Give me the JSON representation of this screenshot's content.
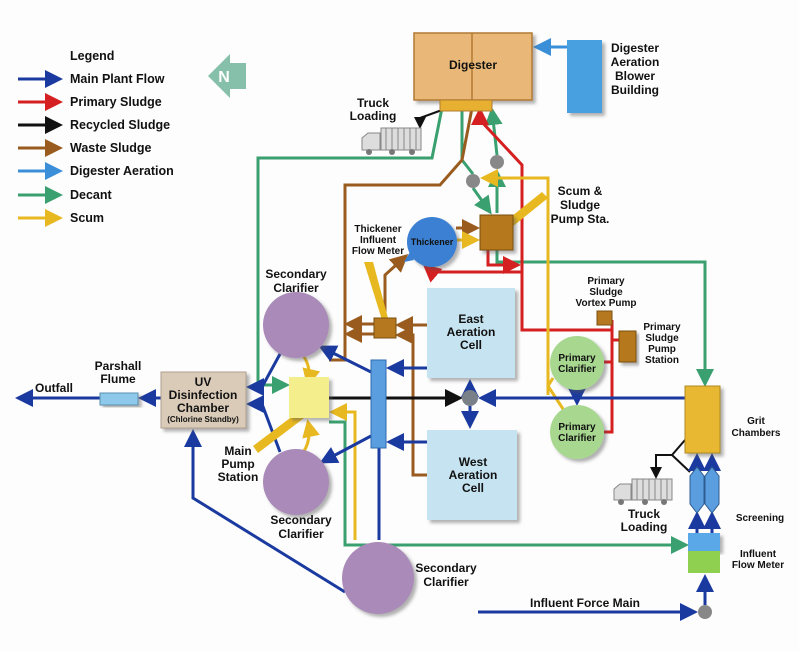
{
  "legend": {
    "title": "Legend",
    "items": [
      {
        "label": "Main Plant Flow",
        "color": "#1a3aa0"
      },
      {
        "label": "Primary Sludge",
        "color": "#d42020"
      },
      {
        "label": "Recycled Sludge",
        "color": "#111111"
      },
      {
        "label": "Waste Sludge",
        "color": "#9a5c1e"
      },
      {
        "label": "Digester Aeration",
        "color": "#3b8fd8"
      },
      {
        "label": "Decant",
        "color": "#3aa070"
      },
      {
        "label": "Scum",
        "color": "#e8b820"
      }
    ]
  },
  "north": {
    "label": "N",
    "icon": "north-arrow-icon"
  },
  "nodes": {
    "digester": "Digester",
    "blower": [
      "Digester",
      "Aeration",
      "Blower",
      "Building"
    ],
    "truck_top": [
      "Truck",
      "Loading"
    ],
    "scum_pump": [
      "Scum &",
      "Sludge",
      "Pump Sta."
    ],
    "thickener": "Thickener",
    "thickener_meter": [
      "Thickener",
      "Influent",
      "Flow Meter"
    ],
    "sec_clarifier_1": [
      "Secondary",
      "Clarifier"
    ],
    "sec_clarifier_2": [
      "Secondary",
      "Clarifier"
    ],
    "sec_clarifier_3": [
      "Secondary",
      "Clarifier"
    ],
    "east_cell": [
      "East",
      "Aeration",
      "Cell"
    ],
    "west_cell": [
      "West",
      "Aeration",
      "Cell"
    ],
    "uv": [
      "UV",
      "Disinfection",
      "Chamber",
      "(Chlorine Standby)"
    ],
    "parshall": [
      "Parshall",
      "Flume"
    ],
    "outfall": "Outfall",
    "main_pump": [
      "Main",
      "Pump",
      "Station"
    ],
    "vortex_pump": [
      "Primary",
      "Sludge",
      "Vortex Pump"
    ],
    "ps_pump_station": [
      "Primary",
      "Sludge",
      "Pump",
      "Station"
    ],
    "primary_clarifier_1": [
      "Primary",
      "Clarifier"
    ],
    "primary_clarifier_2": [
      "Primary",
      "Clarifier"
    ],
    "grit": [
      "Grit",
      "Chambers"
    ],
    "truck_bottom": [
      "Truck",
      "Loading"
    ],
    "screening": "Screening",
    "influent_meter": [
      "Influent",
      "Flow Meter"
    ],
    "force_main": "Influent Force Main"
  }
}
